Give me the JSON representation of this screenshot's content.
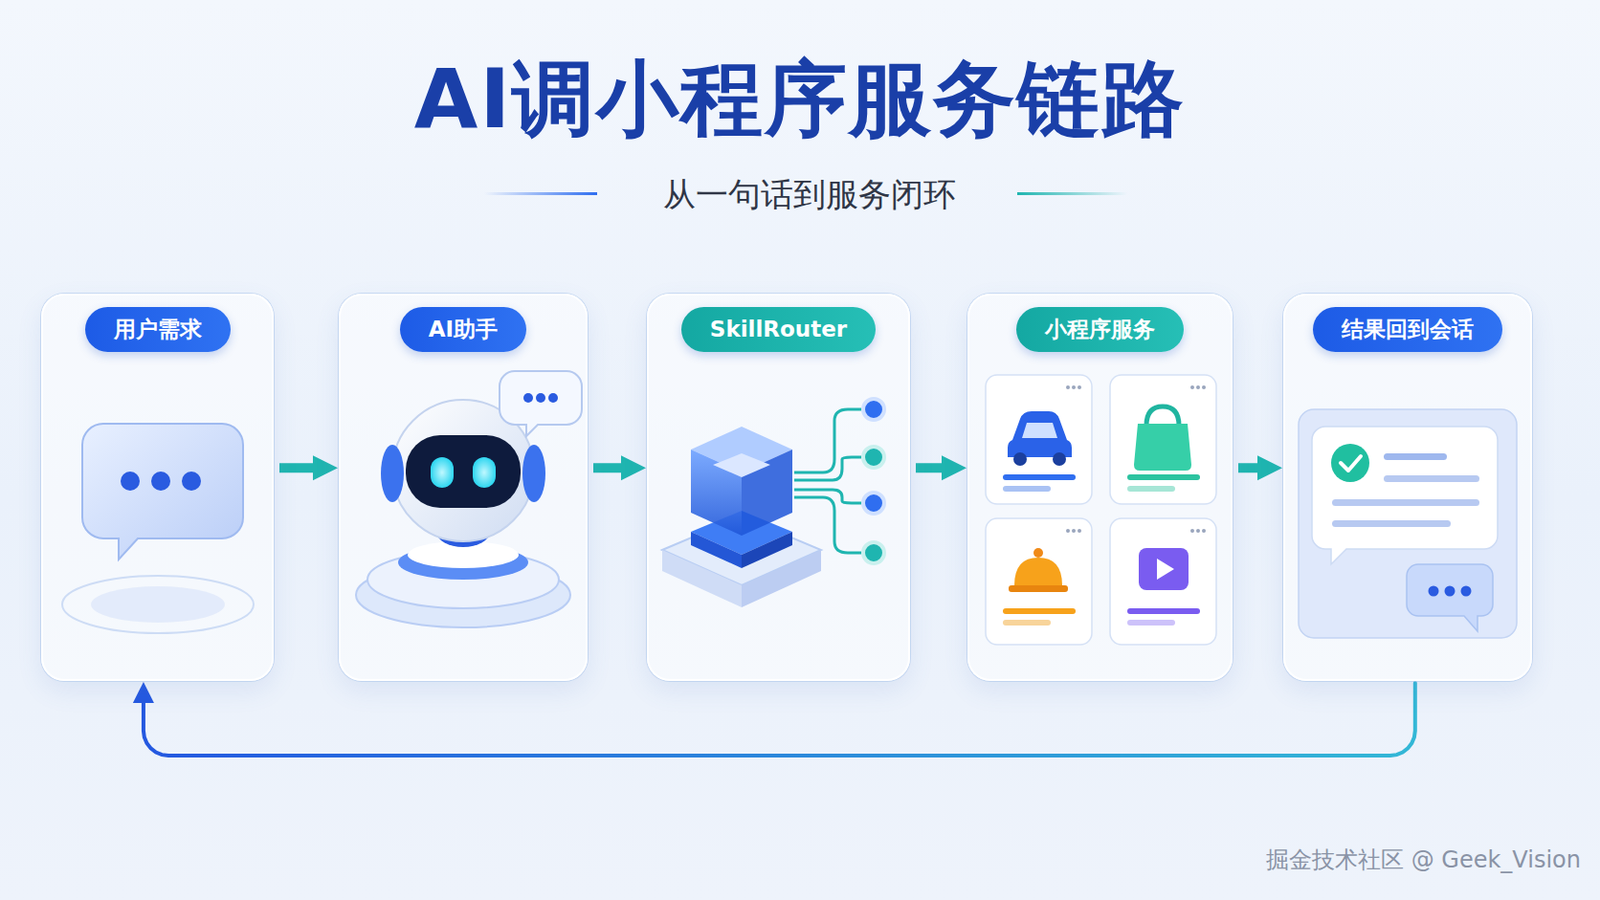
{
  "diagram": {
    "title": "AI调小程序服务链路",
    "nodes": [
      {
        "text": [
          "用户需求"
        ]
      },
      {
        "text": [
          "AI助手"
        ]
      },
      {
        "text": [
          "SkillRouter"
        ]
      },
      {
        "text": [
          "小程序服务"
        ]
      },
      {
        "text": [
          "结果回到会话"
        ]
      }
    ],
    "edges": [
      {
        "from": 0,
        "to": 1,
        "arrow": "to"
      },
      {
        "from": 1,
        "to": 2,
        "arrow": "to"
      },
      {
        "from": 2,
        "to": 3,
        "arrow": "to"
      },
      {
        "from": 3,
        "to": 4,
        "arrow": "to"
      },
      {
        "from": 4,
        "to": 0,
        "arrow": "to"
      }
    ],
    "labels": [
      "从一句话到服务闭环",
      "掘金技术社区 @ Geek_Vision"
    ]
  }
}
